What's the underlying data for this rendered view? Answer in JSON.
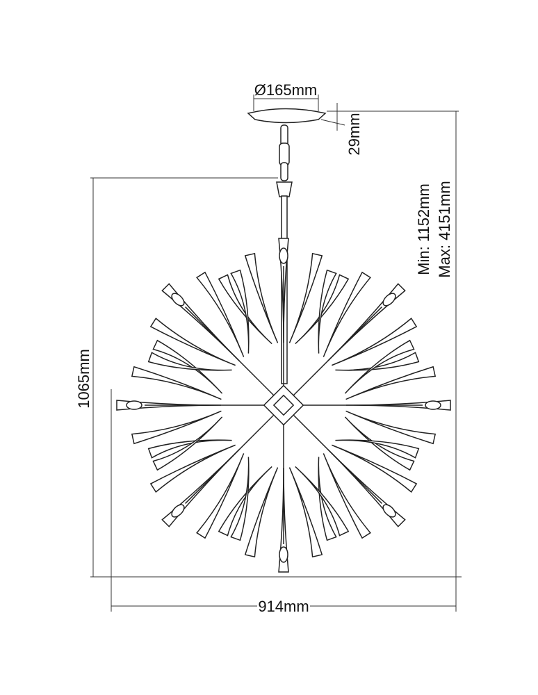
{
  "dimensions": {
    "canopy_diameter": "Ø165mm",
    "canopy_height": "29mm",
    "drop_min": "Min: 1152mm",
    "drop_max": "Max:  4151mm",
    "height": "1065mm",
    "width": "914mm"
  },
  "colors": {
    "line": "#222222",
    "background": "#ffffff"
  }
}
